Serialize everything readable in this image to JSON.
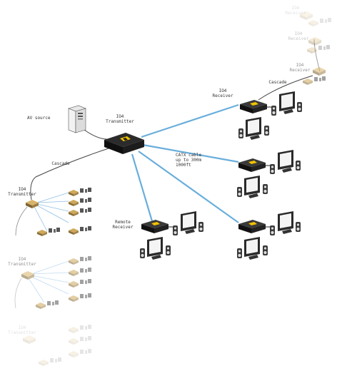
{
  "labels": {
    "av_source": "AV source",
    "tx_main": "IO4\nTransmitter",
    "rx_top": "IO4\nReceiver",
    "cascade_top": "Cascade",
    "catx": "CATX cable\nup to 300m\n1000ft",
    "rx_remote": "Remote\nReceiver",
    "cascade_left": "Cascade",
    "tx_left1": "IO4\nTransmitter",
    "tx_left2": "IO4\nTransmitter",
    "tx_left3": "IO4\nTransmitter",
    "rx_faded1": "IO4\nReceiver",
    "rx_faded2": "IO4\nReceiver",
    "rx_faded3": "IO4\nReceiver"
  },
  "colors": {
    "link_blue": "#5aa6d8",
    "device_dark": "#1c1c1c",
    "device_yellow": "#f2c200",
    "cable_gray": "#444444"
  }
}
